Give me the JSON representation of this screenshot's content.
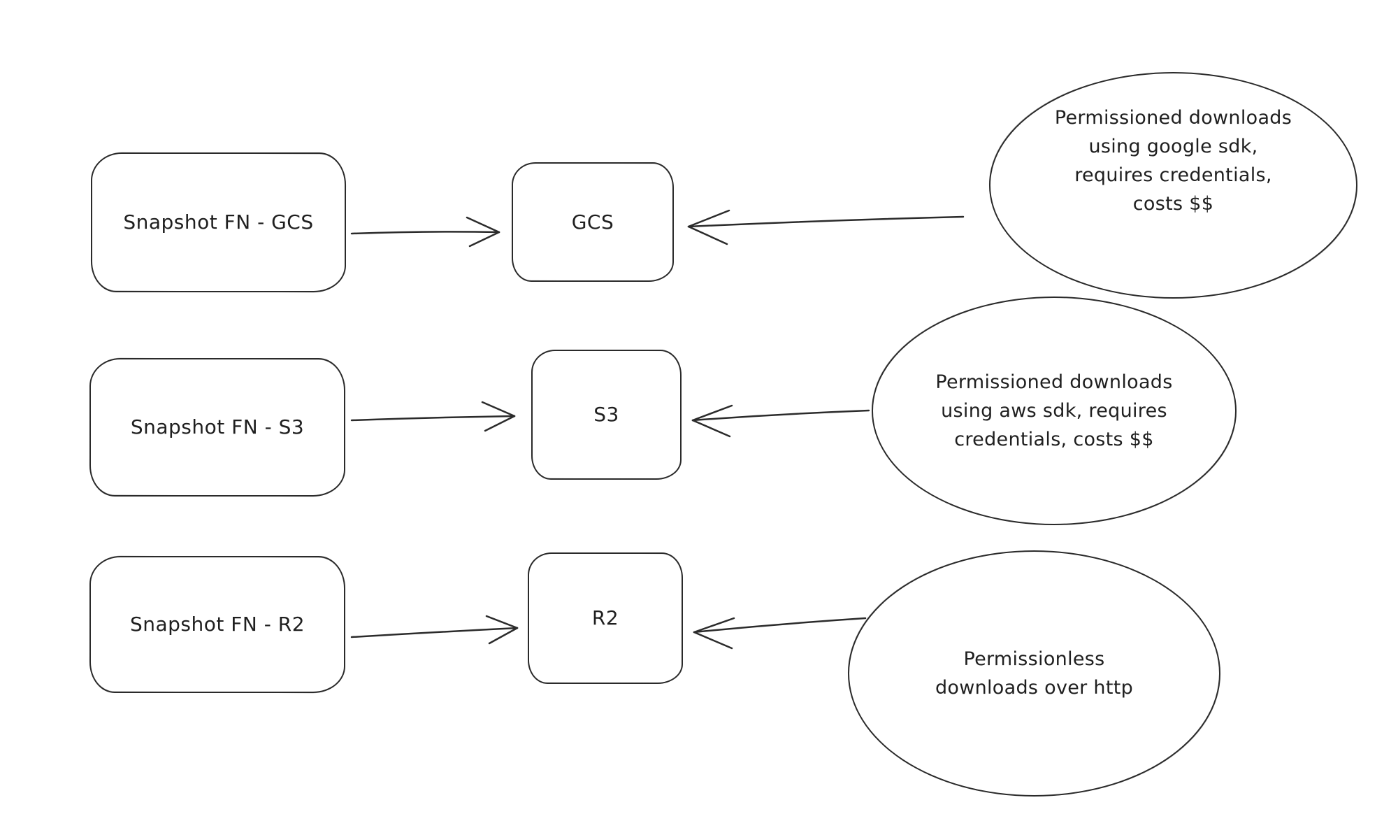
{
  "diagram": {
    "background_color": "#ffffff",
    "stroke_color": "#2b2b2b",
    "rows": [
      {
        "source_label": "Snapshot FN - GCS",
        "target_label": "GCS",
        "note_text": "Permissioned downloads\nusing google sdk,\nrequires credentials,\ncosts $$"
      },
      {
        "source_label": "Snapshot FN - S3",
        "target_label": "S3",
        "note_text": "Permissioned downloads\nusing aws sdk, requires\ncredentials, costs $$"
      },
      {
        "source_label": "Snapshot FN - R2",
        "target_label": "R2",
        "note_text": "Permissionless\ndownloads over http"
      }
    ]
  }
}
